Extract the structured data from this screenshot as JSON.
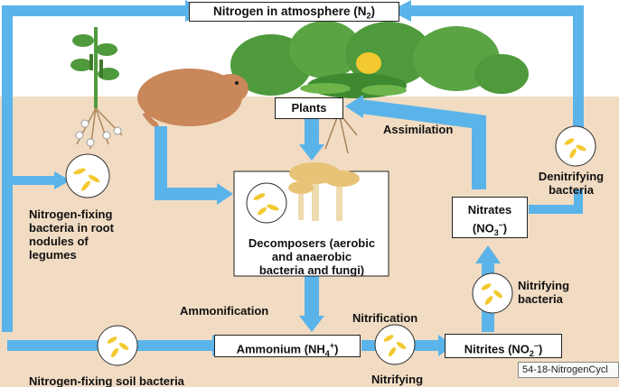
{
  "diagram": {
    "title": {
      "main": "Nitrogen in atmosphere (N",
      "sub": "2",
      "close": ")"
    },
    "plants": "Plants",
    "assimilation": "Assimilation",
    "denitrifying": [
      "Denitrifying",
      "bacteria"
    ],
    "nitrates": {
      "line1": "Nitrates",
      "line2_main": "(NO",
      "line2_sub": "3",
      "line2_sup": "–",
      "line2_close": ")"
    },
    "nitrifying_upper": [
      "Nitrifying",
      "bacteria"
    ],
    "nitrogen_fixing_root": [
      "Nitrogen-fixing",
      "bacteria in root",
      "nodules of",
      "legumes"
    ],
    "decomposers": [
      "Decomposers (aerobic",
      "and anaerobic",
      "bacteria and fungi)"
    ],
    "ammonification": "Ammonification",
    "nitrification": "Nitrification",
    "ammonium": {
      "main": "Ammonium (NH",
      "sub": "4",
      "sup": "+",
      "close": ")"
    },
    "nitrites": {
      "main": "Nitrites (NO",
      "sub": "2",
      "sup": "–",
      "close": ")"
    },
    "nitrifying_lower": "Nitrifying",
    "soil_bacteria": "Nitrogen-fixing soil bacteria",
    "figure_id": "54-18-NitrogenCycl"
  },
  "colors": {
    "soil": "#f1dcc3",
    "sky": "#ffffff",
    "arrow": "#5ab4ea",
    "bacteria": "#f2c930",
    "leaf": "#4f9a3c",
    "gopher": "#c9875a"
  }
}
